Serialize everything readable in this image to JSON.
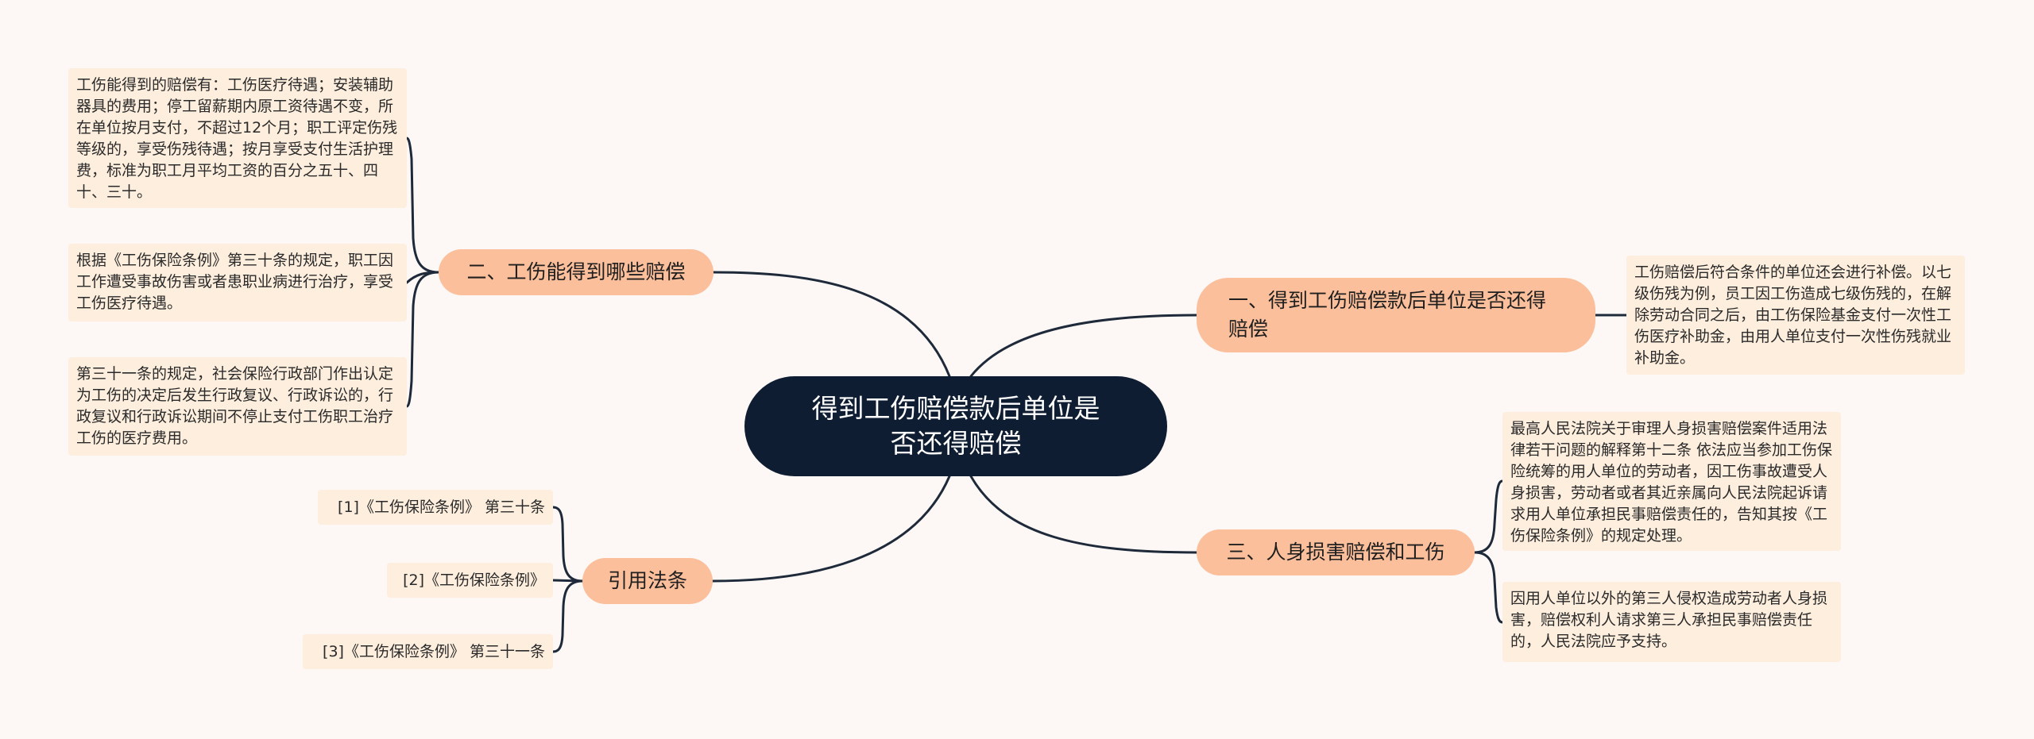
{
  "root": {
    "title": "得到工伤赔偿款后单位是否还得赔偿"
  },
  "branches": {
    "b1": {
      "label": "一、得到工伤赔偿款后单位是否还得赔偿"
    },
    "b2": {
      "label": "二、工伤能得到哪些赔偿"
    },
    "b3": {
      "label": "三、人身损害赔偿和工伤"
    },
    "b4": {
      "label": "引用法条"
    }
  },
  "leaves": {
    "l1": "工伤赔偿后符合条件的单位还会进行补偿。以七级伤残为例，员工因工伤造成七级伤残的，在解除劳动合同之后，由工伤保险基金支付一次性工伤医疗补助金，由用人单位支付一次性伤残就业补助金。",
    "l2": "工伤能得到的赔偿有：工伤医疗待遇；安装辅助器具的费用；停工留薪期内原工资待遇不变，所在单位按月支付，不超过12个月；职工评定伤残等级的，享受伤残待遇；按月享受支付生活护理费，标准为职工月平均工资的百分之五十、四十、三十。",
    "l3": "根据《工伤保险条例》第三十条的规定，职工因工作遭受事故伤害或者患职业病进行治疗，享受工伤医疗待遇。",
    "l4": "第三十一条的规定，社会保险行政部门作出认定为工伤的决定后发生行政复议、行政诉讼的，行政复议和行政诉讼期间不停止支付工伤职工治疗工伤的医疗费用。",
    "l5": "最高人民法院关于审理人身损害赔偿案件适用法律若干问题的解释第十二条 依法应当参加工伤保险统筹的用人单位的劳动者，因工伤事故遭受人身损害，劳动者或者其近亲属向人民法院起诉请求用人单位承担民事赔偿责任的，告知其按《工伤保险条例》的规定处理。",
    "l6": "因用人单位以外的第三人侵权造成劳动者人身损害，赔偿权利人请求第三人承担民事赔偿责任的，人民法院应予支持。"
  },
  "citations": {
    "c1": "[1]《工伤保险条例》 第三十条",
    "c2": "[2]《工伤保险条例》",
    "c3": "[3]《工伤保险条例》 第三十一条"
  },
  "colors": {
    "background": "#fdf8f5",
    "root_fill": "#0f1d33",
    "branch_fill": "#fcbf9b",
    "leaf_fill": "#fdeedd",
    "connector": "#1e2a3a"
  }
}
